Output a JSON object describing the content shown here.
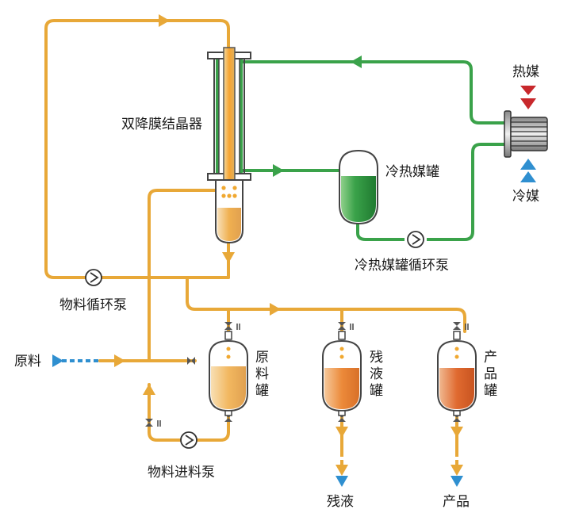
{
  "labels": {
    "crystallizer": "双降膜结晶器",
    "hot_medium": "热媒",
    "cold_medium": "冷媒",
    "hot_cold_tank": "冷热媒罐",
    "hot_cold_pump": "冷热媒罐循环泵",
    "material_circ_pump": "物料循环泵",
    "raw_material_in": "原料",
    "raw_tank": [
      "原",
      "料",
      "罐"
    ],
    "residue_tank": [
      "残",
      "液",
      "罐"
    ],
    "product_tank": [
      "产",
      "品",
      "罐"
    ],
    "material_feed_pump": "物料进料泵",
    "residue_out": "残液",
    "product_out": "产品"
  },
  "colors": {
    "material_line": "#e8a838",
    "heat_line": "#3aa24a",
    "feed_blue": "#2f8fd0",
    "hot_arrow": "#c8282c",
    "cold_arrow": "#2f8fd0"
  }
}
